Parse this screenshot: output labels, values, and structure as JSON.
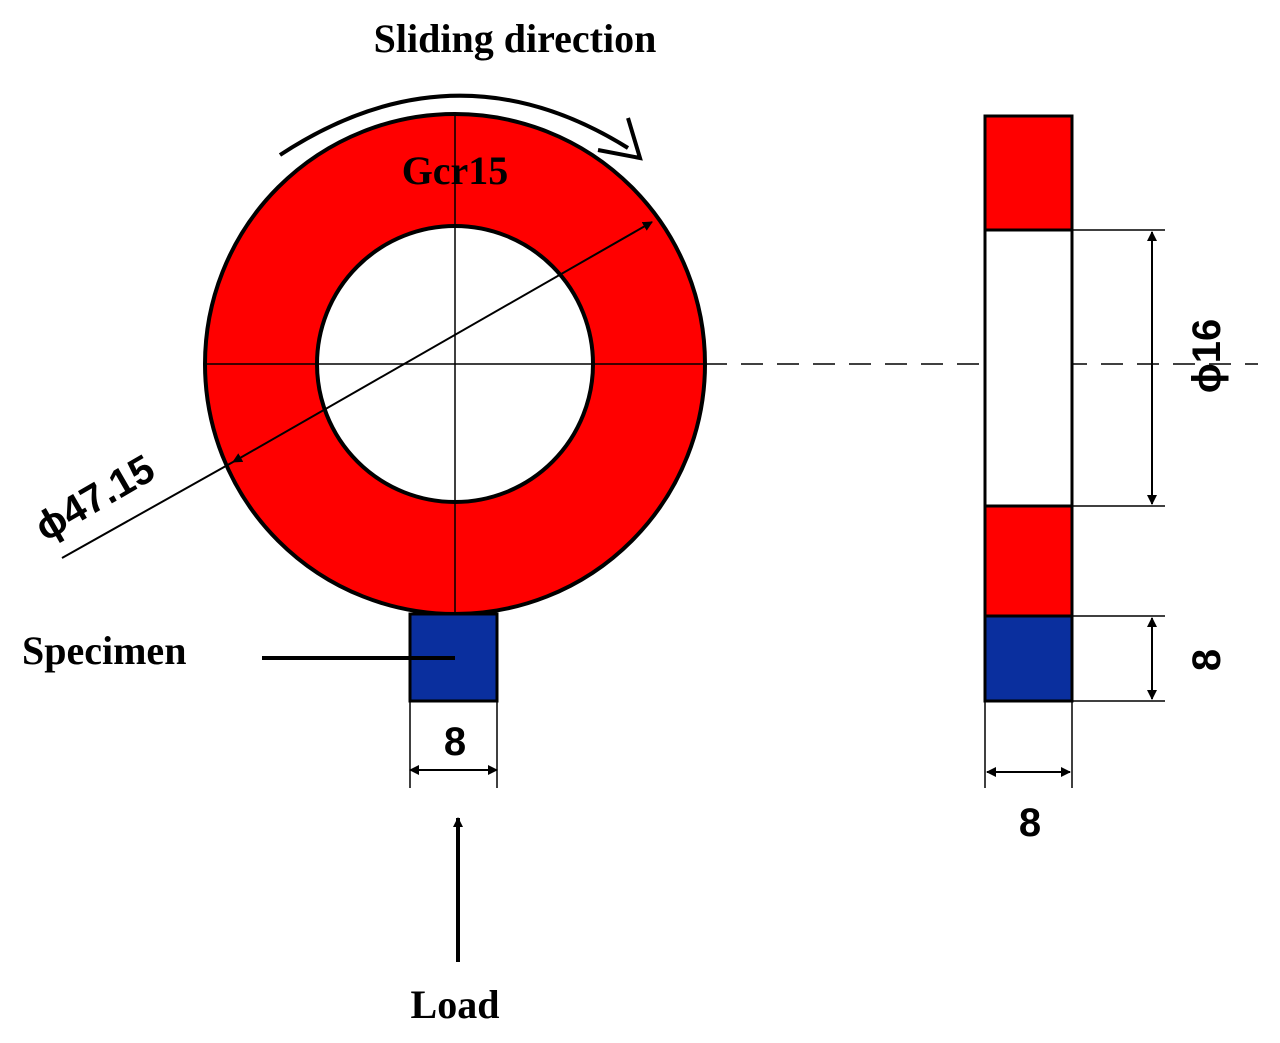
{
  "labels": {
    "sliding_direction": "Sliding direction",
    "ring_material": "Gcr15",
    "outer_diameter": "ϕ47.15",
    "inner_diameter": "ϕ16",
    "specimen": "Specimen",
    "specimen_width": "8",
    "ring_width": "8",
    "specimen_height": "8",
    "load": "Load"
  },
  "colors": {
    "ring": "#ff0000",
    "specimen": "#0a2f9e",
    "line": "#000000"
  }
}
